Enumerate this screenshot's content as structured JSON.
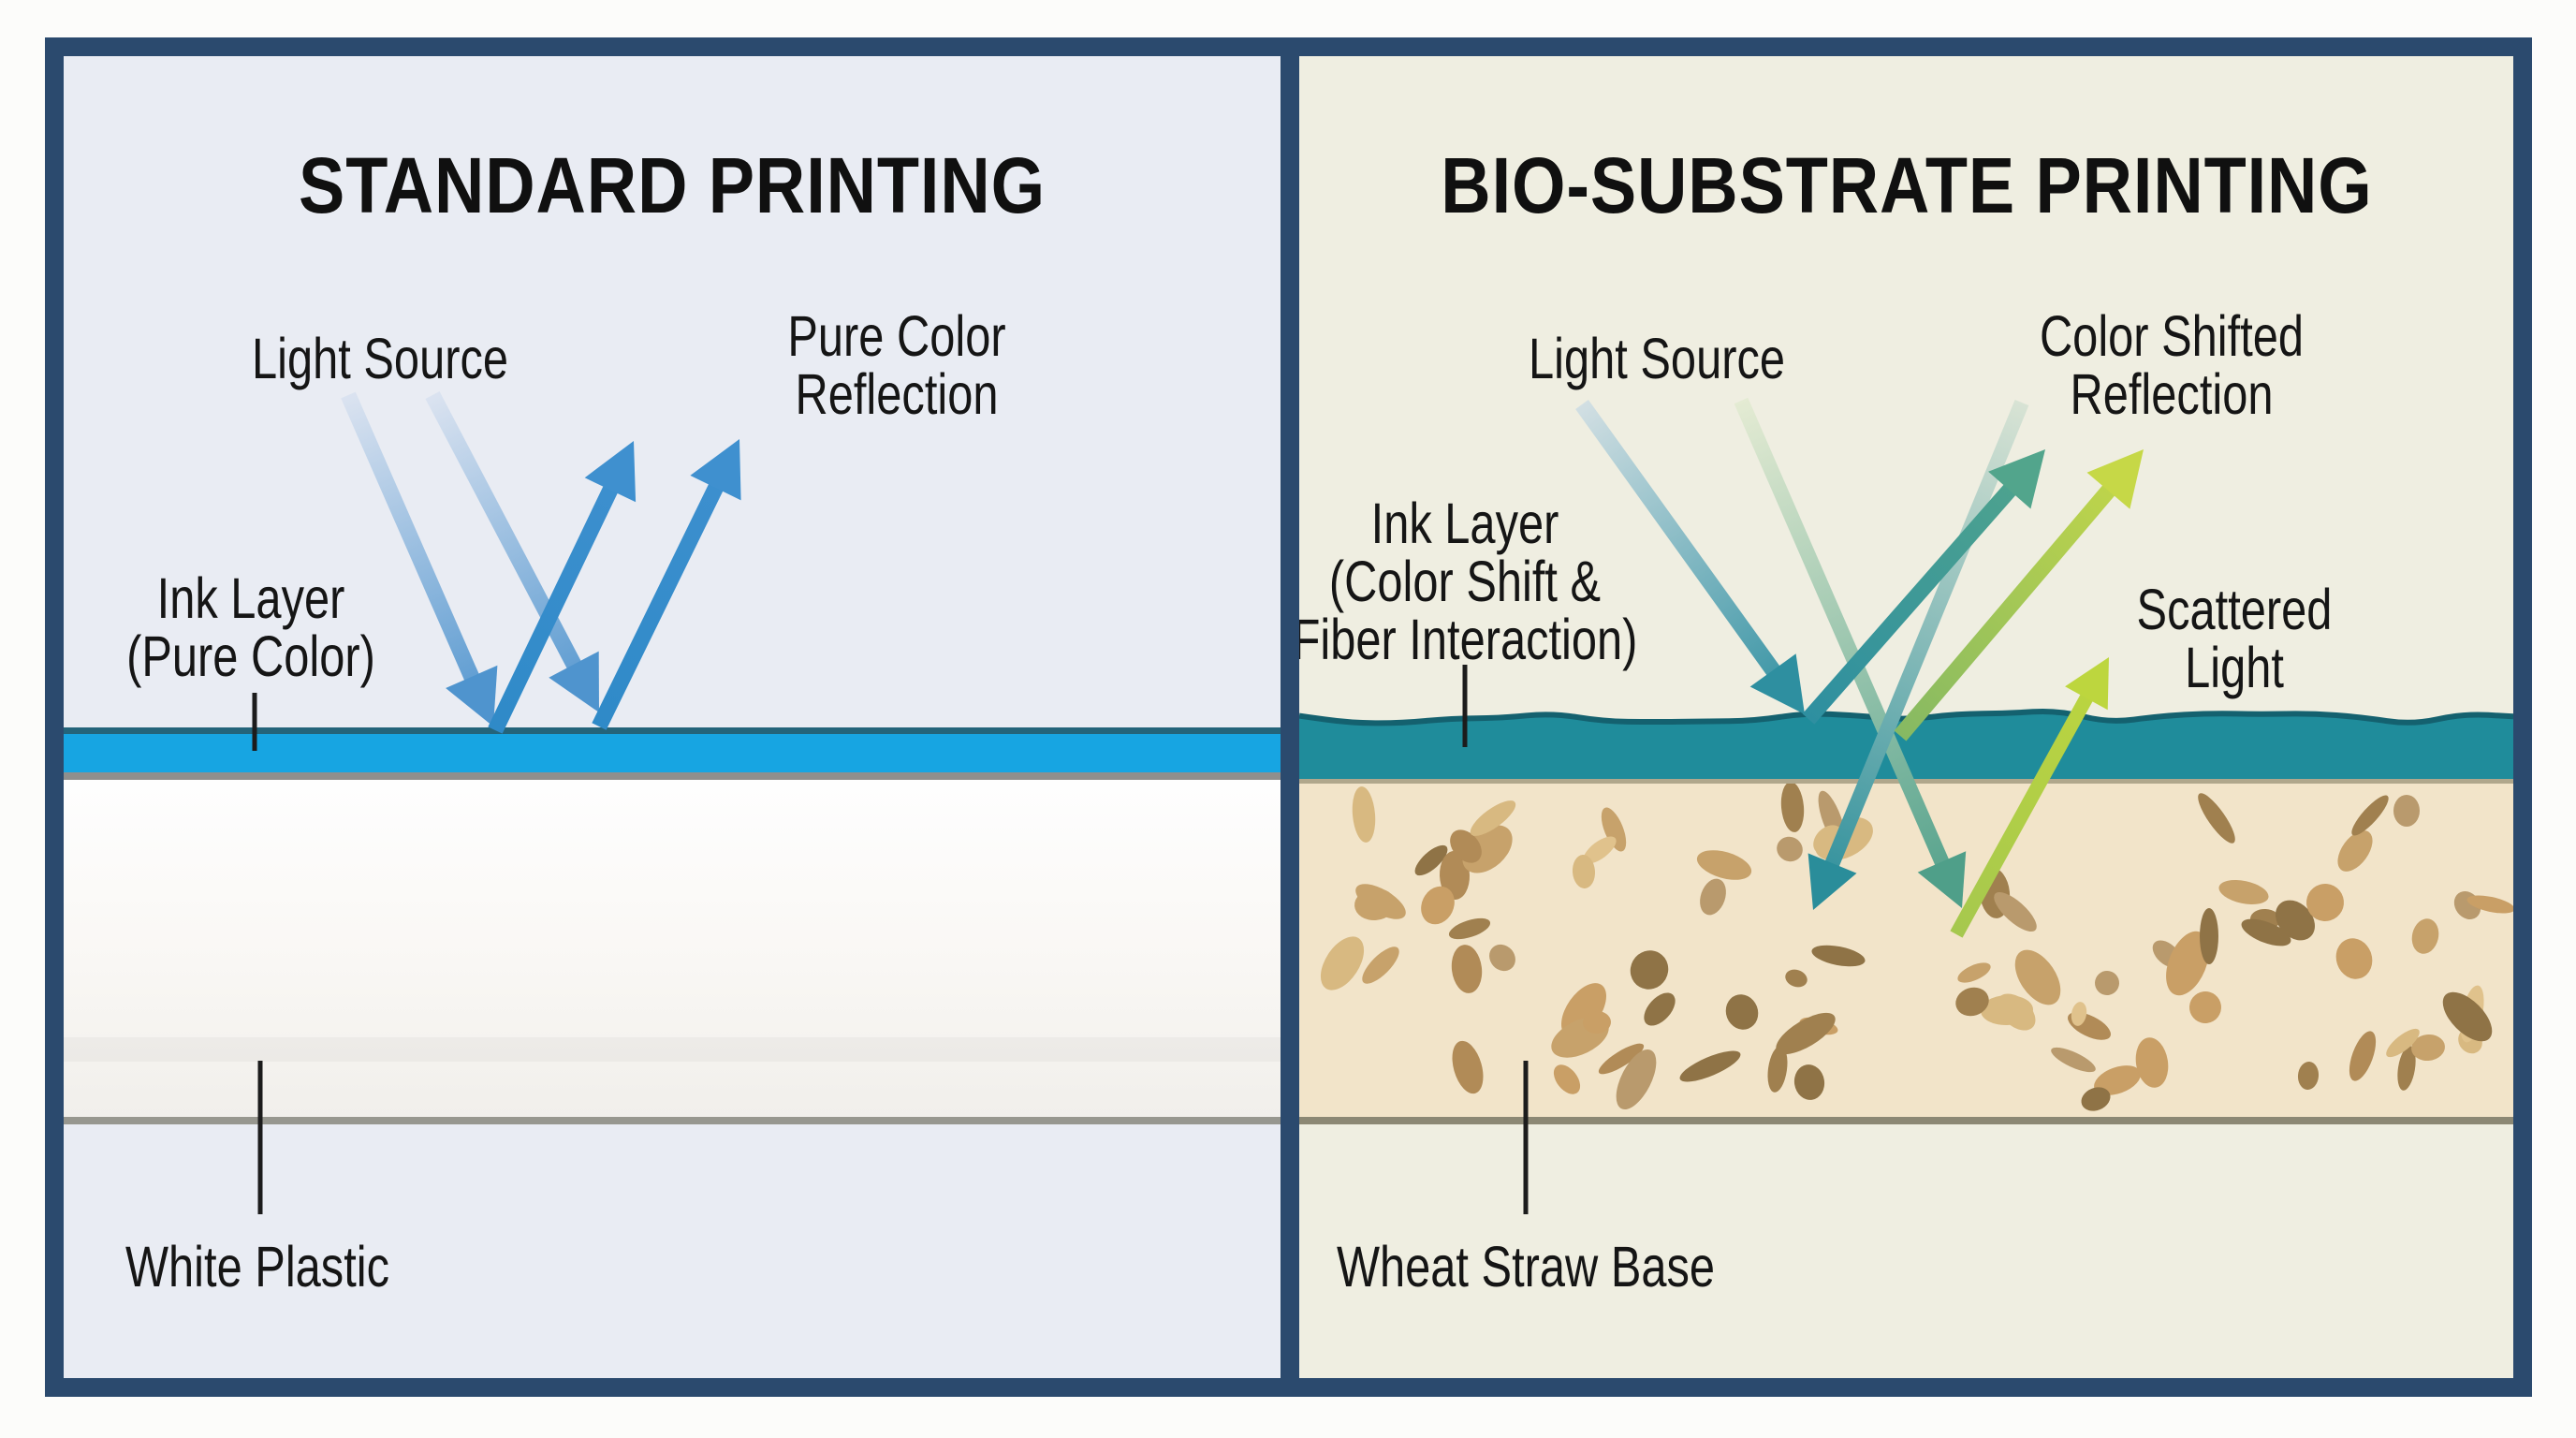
{
  "colors": {
    "page_margin": "#fcfcfa",
    "frame": "#2b4a6e",
    "left_bg": "#e9ecf3",
    "right_bg": "#efeee1",
    "label": "#151515",
    "ink_blue": "#17a5e2",
    "ink_blue_edge": "#24647a",
    "plastic_shadow": "#8f8f8d",
    "baseline_gray": "#97978f",
    "ink_teal": "#1f8c9b",
    "ink_teal_edge": "#14616f",
    "substrate": "#f2e4c9",
    "substrate_shadow": "#b0a78c",
    "substrate_edge": "#8c8874",
    "blue_arrow": "#3a8ccd",
    "teal_arrow": "#2e8fa0",
    "green_arrow": "#c3d64a"
  },
  "left_panel": {
    "title": "STANDARD PRINTING",
    "labels": {
      "light_source": "Light Source",
      "reflection": [
        "Pure Color",
        "Reflection"
      ],
      "ink_layer": [
        "Ink Layer",
        "(Pure Color)"
      ],
      "base": "White Plastic"
    }
  },
  "right_panel": {
    "title": "BIO-SUBSTRATE PRINTING",
    "labels": {
      "light_source": "Light Source",
      "reflection": [
        "Color Shifted",
        "Reflection"
      ],
      "ink_layer": [
        "Ink Layer",
        "(Color Shift &",
        "Fiber Interaction)"
      ],
      "scattered": [
        "Scattered",
        "Light"
      ],
      "base": "Wheat Straw Base"
    }
  }
}
